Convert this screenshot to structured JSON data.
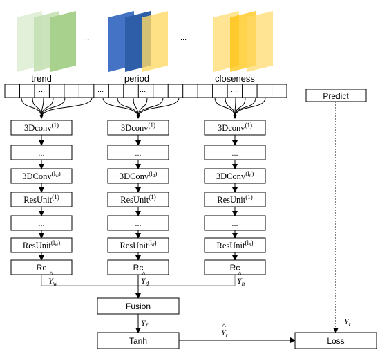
{
  "inputs": {
    "trend": "trend",
    "period": "period",
    "closeness": "closeness",
    "ellipsis": "..."
  },
  "columns": {
    "left": {
      "conv_first": "3Dconv",
      "conv_first_sup": "(1)",
      "dots": "...",
      "conv_last": "3DConv",
      "conv_last_sup": "(l",
      "conv_last_sub": "w",
      "res_first": "ResUnit",
      "res_first_sup": "(1)",
      "res_last": "ResUnit",
      "res_last_sup": "(l",
      "res_last_sub": "w",
      "rc": "Rc",
      "out_y": "Y",
      "out_sub": "w"
    },
    "middle": {
      "conv_first": "3Dconv",
      "conv_first_sup": "(1)",
      "dots": "...",
      "conv_last": "3DConv",
      "conv_last_sup": "(l",
      "conv_last_sub": "d",
      "res_first": "ResUnit",
      "res_first_sup": "(1)",
      "res_last": "ResUnit",
      "res_last_sup": "(l",
      "res_last_sub": "d",
      "rc": "Rc",
      "out_y": "Y",
      "out_sub": "d"
    },
    "right": {
      "conv_first": "3Dconv",
      "conv_first_sup": "(1)",
      "dots": "...",
      "conv_last": "3DConv",
      "conv_last_sup": "(l",
      "conv_last_sub": "h",
      "res_first": "ResUnit",
      "res_first_sup": "(1)",
      "res_last": "ResUnit",
      "res_last_sup": "(l",
      "res_last_sub": "h",
      "rc": "Rc",
      "out_y": "Y",
      "out_sub": "h"
    }
  },
  "sup_close": ")",
  "fusion": "Fusion",
  "fusion_out": {
    "y": "Y",
    "sub": "f"
  },
  "tanh": "Tanh",
  "tanh_out": {
    "y": "Y",
    "sub": "t"
  },
  "predict": "Predict",
  "predict_out": {
    "y": "Y",
    "sub": "t"
  },
  "loss": "Loss",
  "colors": {
    "trend": [
      "#e2f0d9",
      "#c5e0b4",
      "#a9d18e"
    ],
    "period": [
      "#4472c4",
      "#2e5ea8",
      "#ffd966"
    ],
    "closeness": [
      "#ffd966",
      "#ffc000",
      "#ffd966"
    ]
  }
}
